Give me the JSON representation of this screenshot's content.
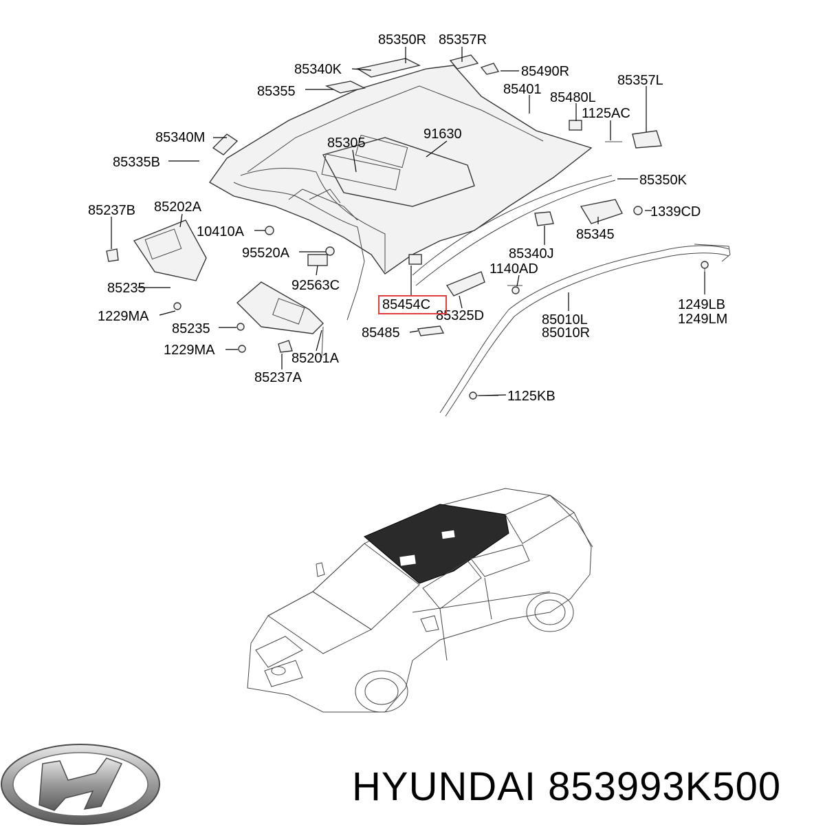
{
  "parts": [
    {
      "id": "p1",
      "label": "85350R"
    },
    {
      "id": "p2",
      "label": "85357R"
    },
    {
      "id": "p3",
      "label": "85340K"
    },
    {
      "id": "p4",
      "label": "85490R"
    },
    {
      "id": "p5",
      "label": "85355"
    },
    {
      "id": "p6",
      "label": "85401"
    },
    {
      "id": "p7",
      "label": "85357L"
    },
    {
      "id": "p8",
      "label": "85480L"
    },
    {
      "id": "p9",
      "label": "1125AC"
    },
    {
      "id": "p10",
      "label": "85340M"
    },
    {
      "id": "p11",
      "label": "85305"
    },
    {
      "id": "p12",
      "label": "91630"
    },
    {
      "id": "p13",
      "label": "85335B"
    },
    {
      "id": "p14",
      "label": "85350K"
    },
    {
      "id": "p15",
      "label": "85237B"
    },
    {
      "id": "p16",
      "label": "85202A"
    },
    {
      "id": "p17",
      "label": "1339CD"
    },
    {
      "id": "p18",
      "label": "10410A"
    },
    {
      "id": "p19",
      "label": "85345"
    },
    {
      "id": "p20",
      "label": "95520A"
    },
    {
      "id": "p21",
      "label": "85340J"
    },
    {
      "id": "p22",
      "label": "1140AD"
    },
    {
      "id": "p23",
      "label": "85235"
    },
    {
      "id": "p24",
      "label": "92563C"
    },
    {
      "id": "p25",
      "label": "85454C"
    },
    {
      "id": "p26",
      "label": "1249LB"
    },
    {
      "id": "p27",
      "label": "1249LM"
    },
    {
      "id": "p28",
      "label": "1229MA"
    },
    {
      "id": "p29",
      "label": "85325D"
    },
    {
      "id": "p30",
      "label": "85235"
    },
    {
      "id": "p31",
      "label": "85010L"
    },
    {
      "id": "p32",
      "label": "85485"
    },
    {
      "id": "p33",
      "label": "85010R"
    },
    {
      "id": "p34",
      "label": "1229MA"
    },
    {
      "id": "p35",
      "label": "85201A"
    },
    {
      "id": "p36",
      "label": "85237A"
    },
    {
      "id": "p37",
      "label": "1125KB"
    }
  ],
  "highlight_color": "#e23b3b",
  "brand": {
    "text": "HYUNDAI 853993K500",
    "logo_icon": "hyundai-logo-icon"
  }
}
